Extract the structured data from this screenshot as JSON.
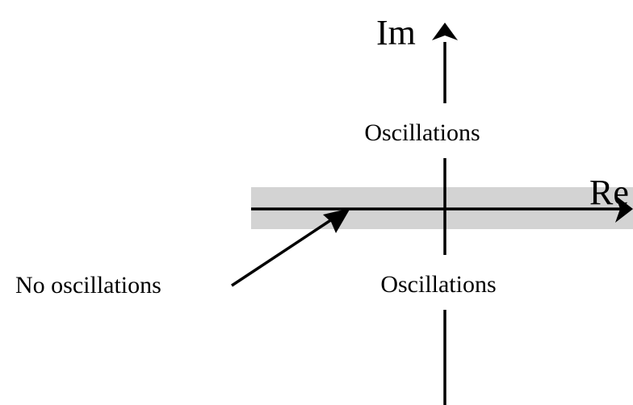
{
  "axes": {
    "real_label": "Re",
    "imag_label": "Im"
  },
  "regions": {
    "upper_label": "Oscillations",
    "lower_label": "Oscillations",
    "band_label": "No oscillations"
  },
  "colors": {
    "band": "#d3d3d3",
    "stroke": "#000000",
    "background": "#ffffff"
  }
}
